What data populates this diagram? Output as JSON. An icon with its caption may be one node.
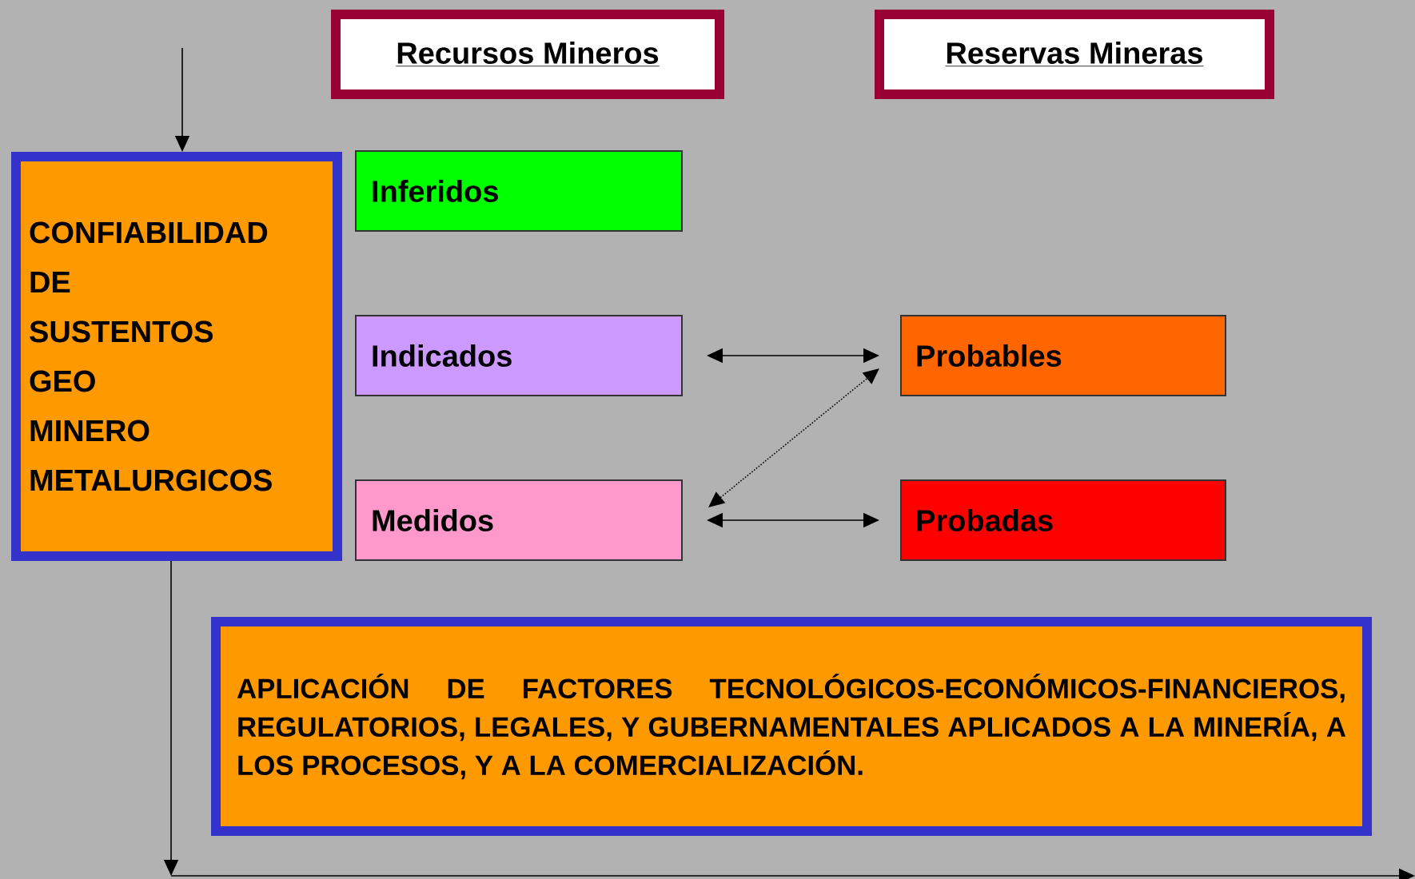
{
  "diagram": {
    "nodes": [
      {
        "text": [
          "Recursos Mineros"
        ]
      },
      {
        "text": [
          "Reservas Mineras"
        ]
      },
      {
        "text": [
          "CONFIABILIDAD DE SUSTENTOS GEO MINERO METALURGICOS"
        ]
      },
      {
        "text": [
          "Inferidos"
        ]
      },
      {
        "text": [
          "Indicados"
        ]
      },
      {
        "text": [
          "Medidos"
        ]
      },
      {
        "text": [
          "Probables"
        ]
      },
      {
        "text": [
          "Probadas"
        ]
      },
      {
        "text": [
          "APLICACIÓN DE FACTORES TECNOLÓGICOS-ECONÓMICOS-FINANCIEROS, REGULATORIOS, LEGALES, Y GUBERNAMENTALES APLICADOS A LA MINERÍA, A LOS PROCESOS, Y A LA COMERCIALIZACIÓN."
        ]
      }
    ],
    "edges": [
      {
        "from": null,
        "to": 2,
        "arrow": "to"
      },
      {
        "from": 2,
        "to": null,
        "arrow": "to"
      },
      {
        "from": 4,
        "to": 6,
        "arrow": "both"
      },
      {
        "from": 5,
        "to": 6,
        "arrow": "both",
        "style": "dashed"
      },
      {
        "from": 5,
        "to": 7,
        "arrow": "both"
      }
    ]
  }
}
